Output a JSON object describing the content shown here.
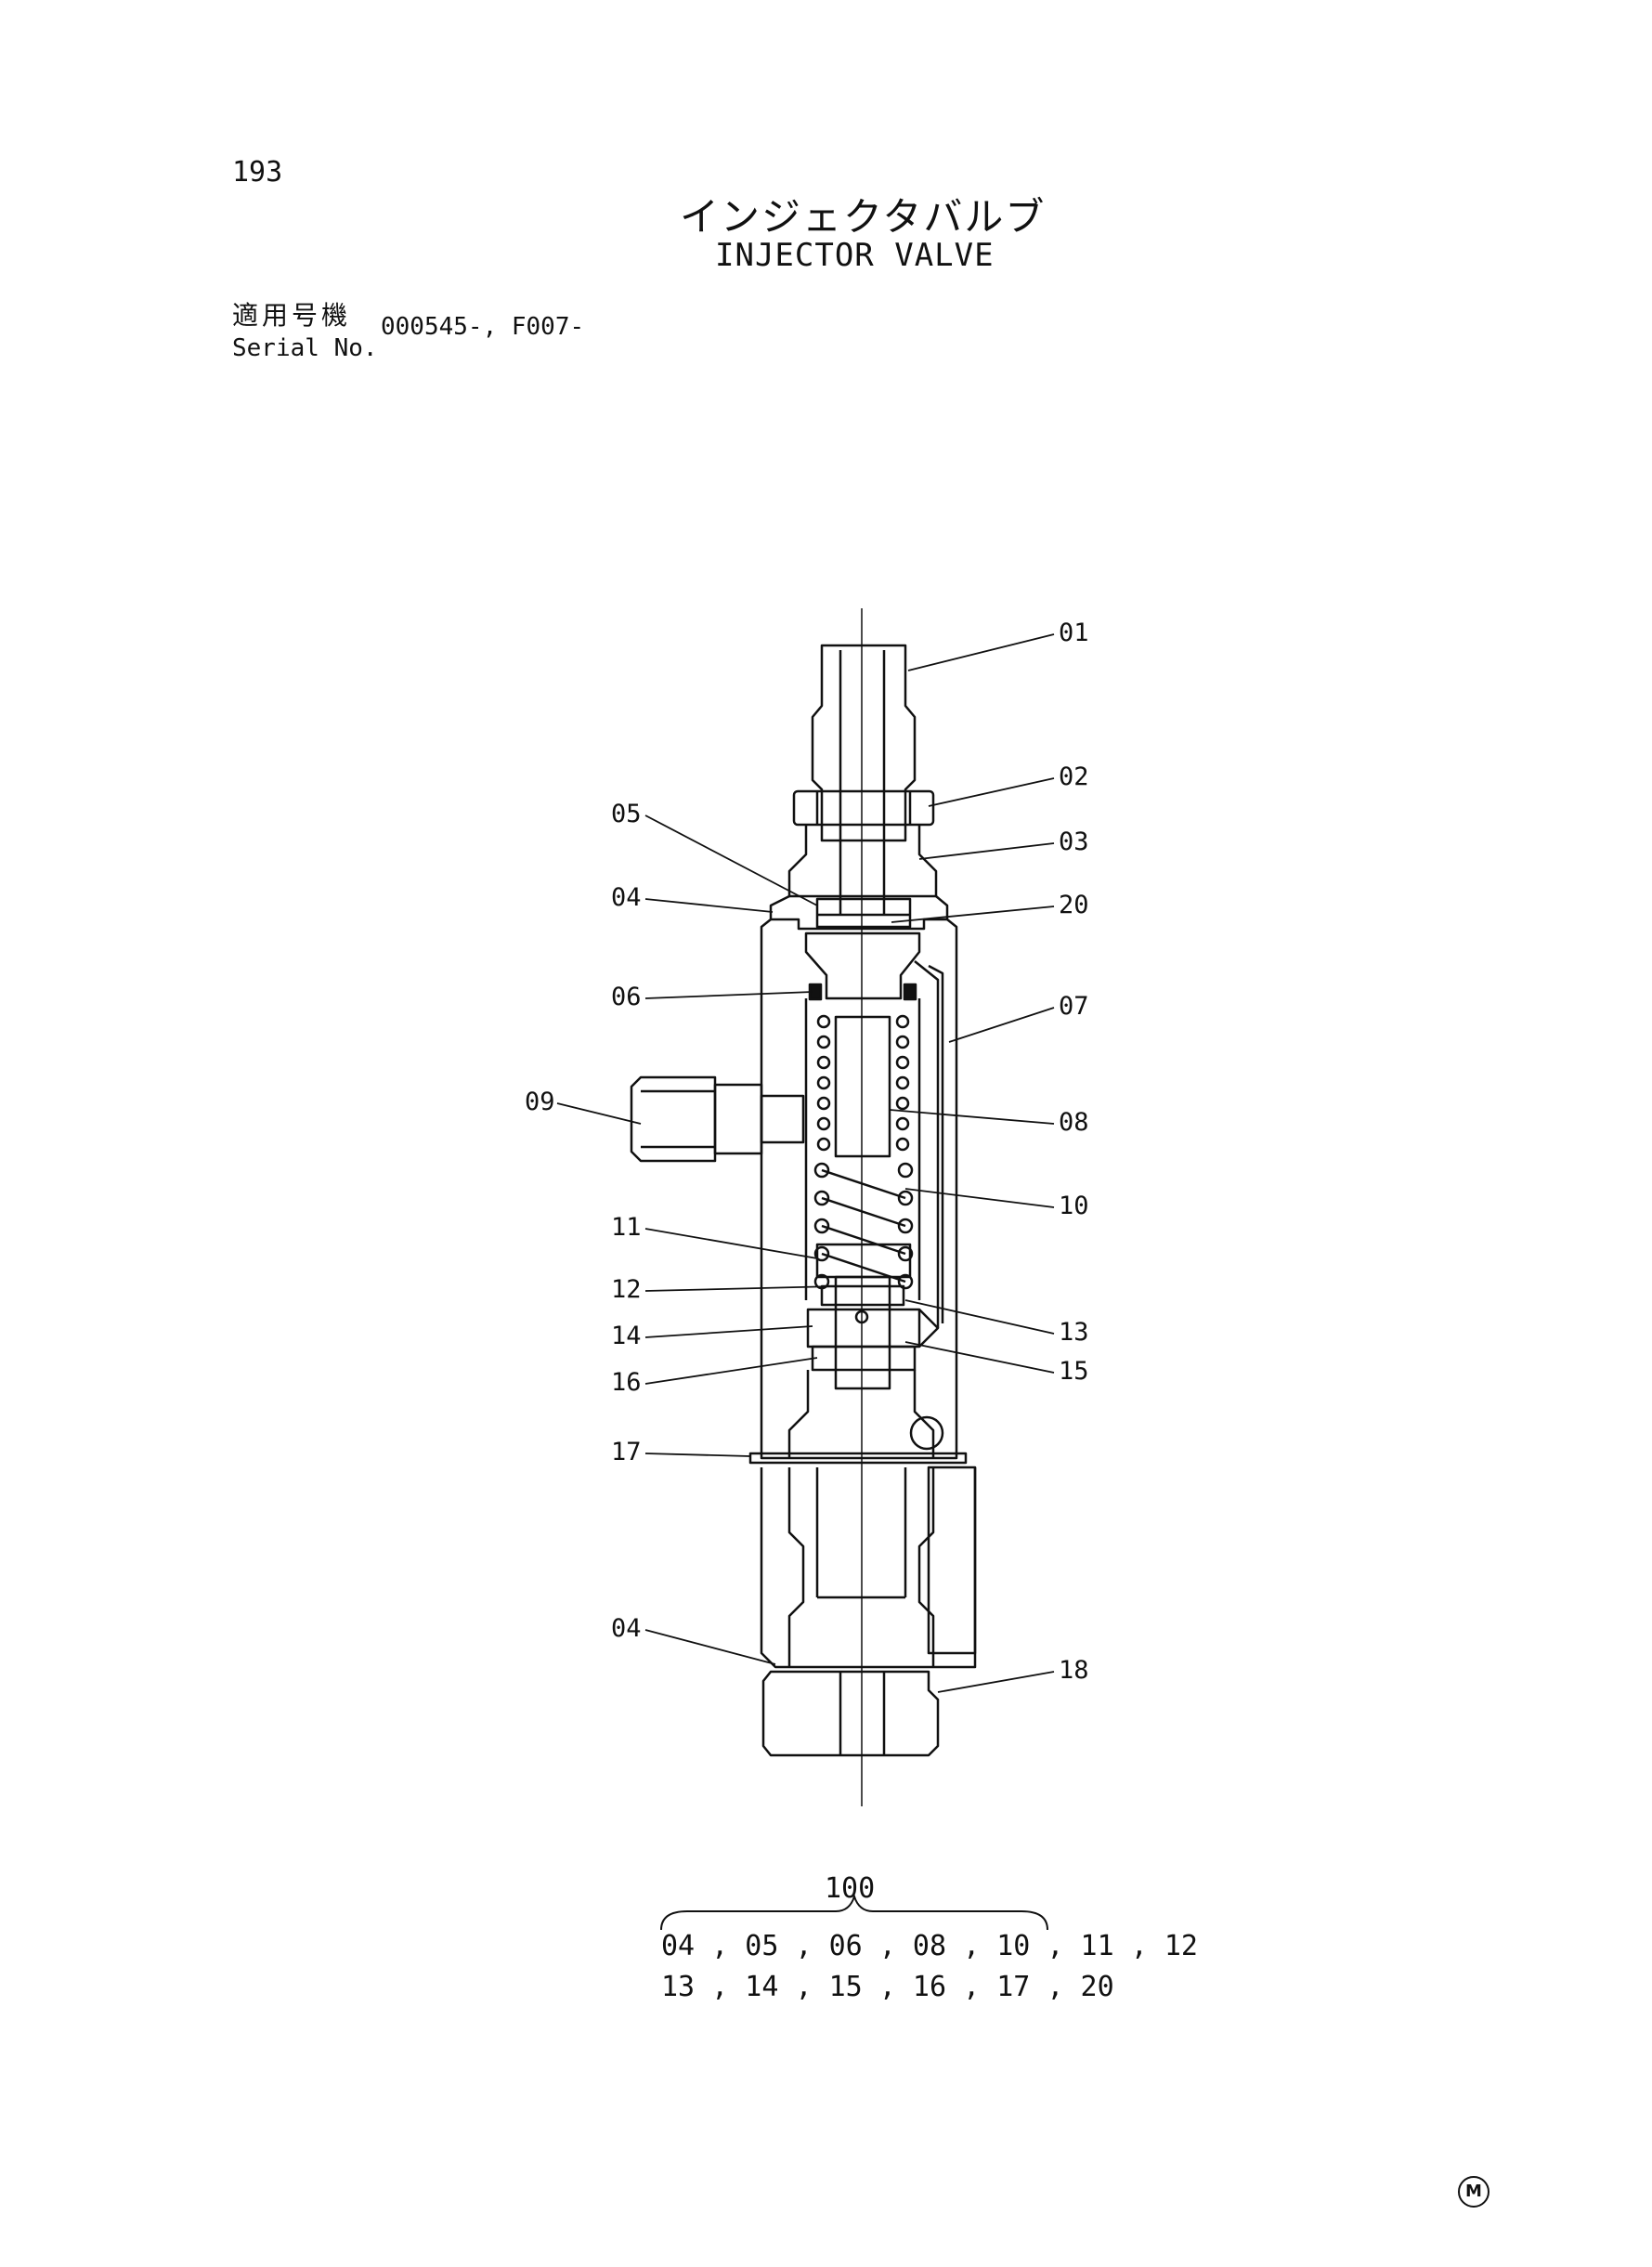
{
  "header": {
    "page_number": "193",
    "title_jp": "インジェクタバルブ",
    "title_en": "INJECTOR VALVE",
    "serial_label_jp": "適用号機",
    "serial_label_en": "Serial No.",
    "serial_value": "000545-, F007-"
  },
  "diagram": {
    "callouts": [
      "01",
      "02",
      "03",
      "04",
      "05",
      "06",
      "07",
      "08",
      "09",
      "10",
      "11",
      "12",
      "13",
      "14",
      "15",
      "16",
      "17",
      "18",
      "20"
    ]
  },
  "kit": {
    "number": "100",
    "line1": "04 , 05 , 06 , 08 , 10 , 11 , 12",
    "line2": "13 , 14 , 15 , 16 , 17 , 20"
  },
  "footer": {
    "maker_mark": "M"
  }
}
